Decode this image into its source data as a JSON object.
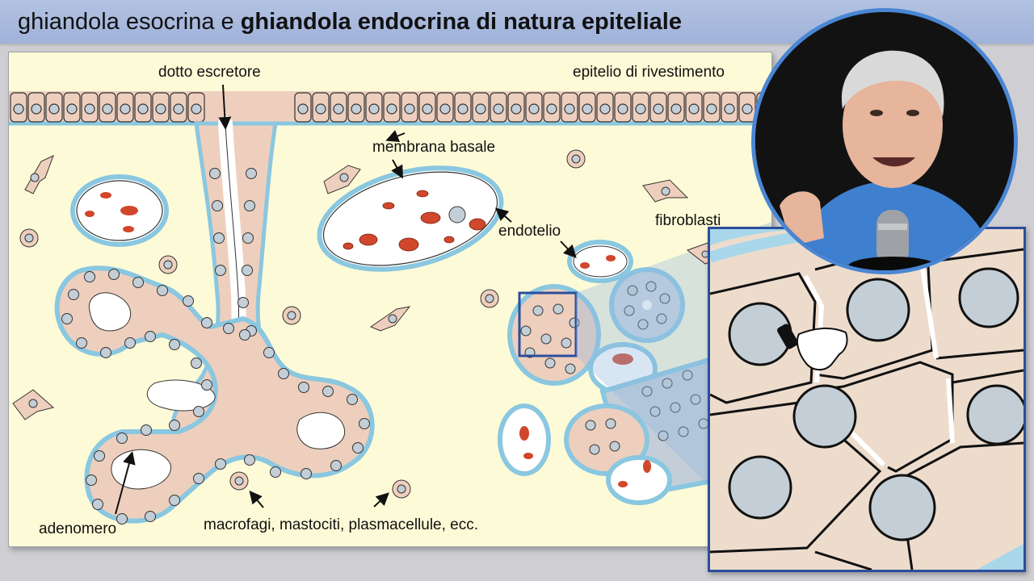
{
  "title": {
    "regular": "ghiandola esocrina e ",
    "bold": "ghiandola endocrina di natura epiteliale"
  },
  "labels": {
    "dotto": "dotto escretore",
    "epitelio": "epitelio di rivestimento",
    "membrana": "membrana basale",
    "endotelio": "endotelio",
    "fibroblasti": "fibroblasti",
    "adenomero": "adenomero",
    "macrofagi": "macrofagi, mastociti, plasmacellule, ecc."
  },
  "colors": {
    "title_bar": "#a9badf",
    "panel_bg": "#fdfbd7",
    "cell_fill": "#eecfbd",
    "nucleus": "#c4ced6",
    "basement": "#8ac7e0",
    "rbc": "#d0472b",
    "frame": "#2b4e9c",
    "webcam_ring": "#4a86d4"
  }
}
